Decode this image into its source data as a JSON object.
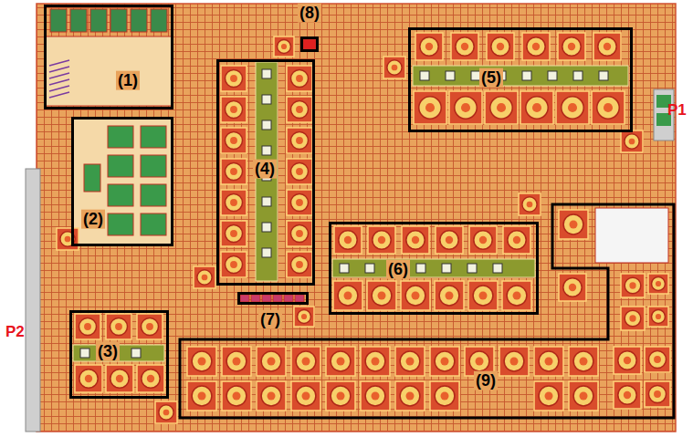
{
  "diagram": {
    "nodes": [
      {
        "text": [
          "(1)"
        ]
      },
      {
        "text": [
          "(2)"
        ]
      },
      {
        "text": [
          "(3)"
        ]
      },
      {
        "text": [
          "(4)"
        ]
      },
      {
        "text": [
          "(5)"
        ]
      },
      {
        "text": [
          "(6)"
        ]
      },
      {
        "text": [
          "(7)"
        ]
      },
      {
        "text": [
          "(8)"
        ]
      },
      {
        "text": [
          "(9)"
        ]
      }
    ],
    "labels": [
      "P1",
      "P2"
    ]
  }
}
